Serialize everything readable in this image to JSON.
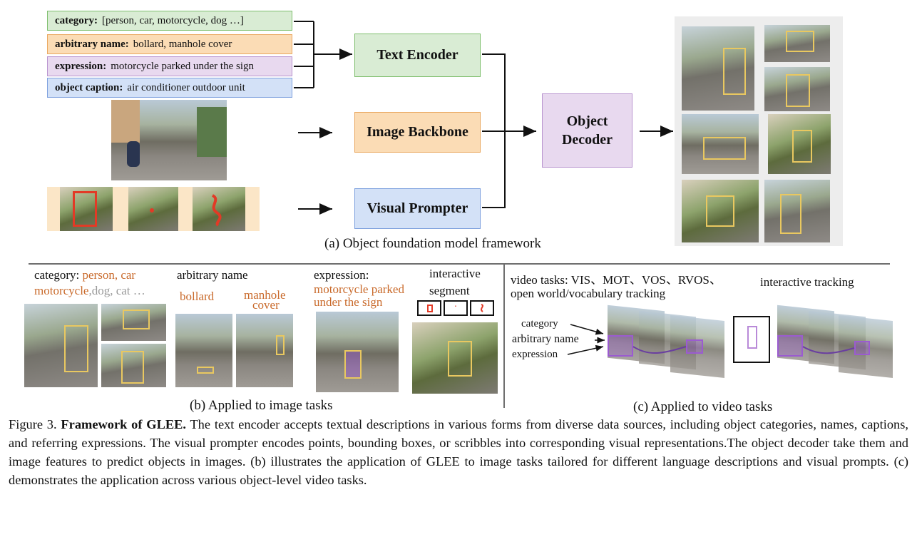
{
  "inputs": [
    {
      "key": "category:",
      "value": "[person, car, motorcycle, dog …]",
      "color": "#d9ecd4",
      "border": "#7fbf6e"
    },
    {
      "key": "arbitrary name:",
      "value": "bollard, manhole cover",
      "color": "#fbdcb5",
      "border": "#eaa860"
    },
    {
      "key": "expression:",
      "value": "motorcycle parked under the sign",
      "color": "#e8d9ef",
      "border": "#b994cf"
    },
    {
      "key": "object caption:",
      "value": "air conditioner outdoor unit",
      "color": "#d3e1f7",
      "border": "#7ea1de"
    }
  ],
  "modules": {
    "text_encoder": "Text Encoder",
    "image_backbone": "Image Backbone",
    "visual_prompter": "Visual Prompter",
    "object_decoder_line1": "Object",
    "object_decoder_line2": "Decoder"
  },
  "captions": {
    "a": "(a) Object foundation model framework",
    "b": "(b) Applied to image tasks",
    "c": "(c) Applied to video tasks"
  },
  "panel_b": {
    "category_label": "category:",
    "category_orange1": "person, car",
    "category_orange2": "motorcycle",
    "category_gray": ",dog, cat …",
    "arbitrary_label": "arbitrary name",
    "bollard": "bollard",
    "manhole1": "manhole",
    "manhole2": "cover",
    "expression_label": "expression:",
    "expression_value1": "motorcycle parked",
    "expression_value2": "under the sign",
    "interactive1": "interactive",
    "interactive2": "segment",
    "prompt_dot": "·"
  },
  "panel_c": {
    "tasks_line1": "video tasks: VIS、MOT、VOS、RVOS、",
    "tasks_line2": "open world/vocabulary tracking",
    "interactive_tracking": "interactive tracking",
    "in_category": "category",
    "in_arbitrary": "arbitrary name",
    "in_expression": "expression"
  },
  "figure_caption": {
    "label": "Figure 3.",
    "title": "Framework of GLEE.",
    "text": "The text encoder accepts textual descriptions in various forms from diverse data sources, including object categories, names, captions, and referring expressions. The visual prompter encodes points, bounding boxes, or scribbles into corresponding visual representations.The object decoder take them and image features to predict objects in images. (b) illustrates the application of GLEE to image tasks tailored for different language descriptions and visual prompts. (c) demonstrates the application across various object-level video tasks."
  },
  "colors": {
    "text_encoder_fill": "#d9ecd4",
    "text_encoder_border": "#7fbf6e",
    "image_backbone_fill": "#fbdcb5",
    "image_backbone_border": "#eaa860",
    "visual_prompter_fill": "#d3e1f7",
    "visual_prompter_border": "#7ea1de",
    "object_decoder_fill": "#e8d9ef",
    "object_decoder_border": "#b994cf",
    "highlight_orange": "#c96a2b",
    "box_yellow": "#e9c860",
    "mask_purple": "#9b5bd0"
  },
  "icons": [
    "arrow-right-icon",
    "bracket-connector-icon"
  ]
}
